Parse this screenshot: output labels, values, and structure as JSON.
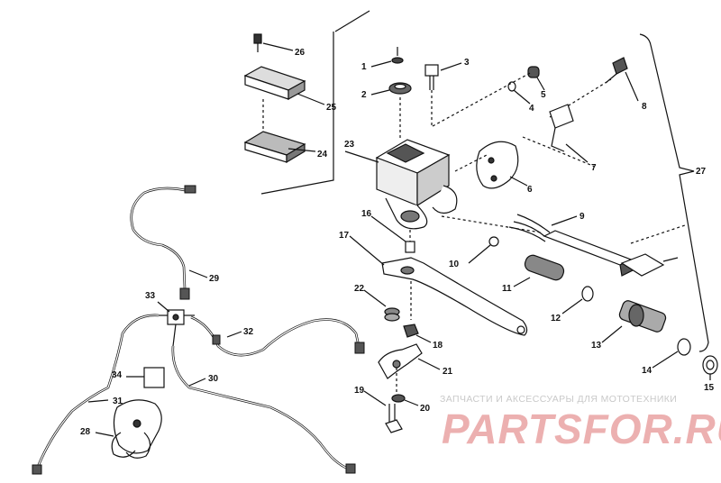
{
  "callouts": {
    "c1": "1",
    "c2": "2",
    "c3": "3",
    "c4": "4",
    "c5": "5",
    "c6": "6",
    "c7": "7",
    "c8": "8",
    "c9": "9",
    "c10": "10",
    "c11": "11",
    "c12": "12",
    "c13": "13",
    "c14": "14",
    "c15": "15",
    "c16": "16",
    "c17": "17",
    "c18": "18",
    "c19": "19",
    "c20": "20",
    "c21": "21",
    "c22": "22",
    "c23": "23",
    "c24": "24",
    "c25": "25",
    "c26": "26",
    "c27": "27",
    "c28": "28",
    "c29": "29",
    "c30": "30",
    "c31": "31",
    "c32": "32",
    "c33": "33",
    "c34": "34"
  },
  "watermark": {
    "tagline": "ЗАПЧАСТИ И АКСЕССУАРЫ ДЛЯ МОТОТЕХНИКИ",
    "logo": "PARTSFOR.RU",
    "logo_color": "#e9a3a3"
  }
}
